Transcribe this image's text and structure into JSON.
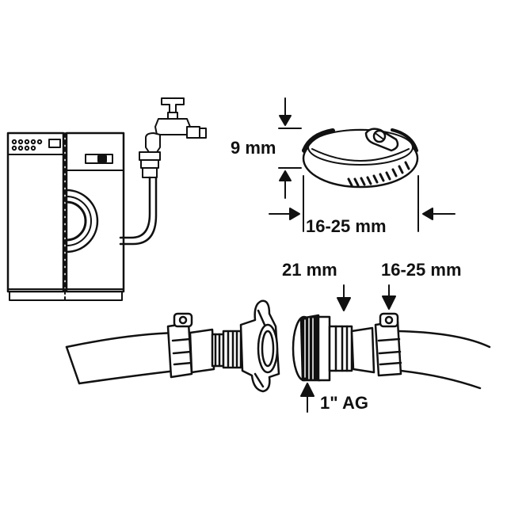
{
  "labels": {
    "clamp_width": "9 mm",
    "clamp_diameter": "16-25 mm",
    "nut_size": "21 mm",
    "hose_range": "16-25 mm",
    "thread_size": "1\" AG"
  },
  "colors": {
    "ink": "#111111",
    "paper": "#ffffff"
  }
}
